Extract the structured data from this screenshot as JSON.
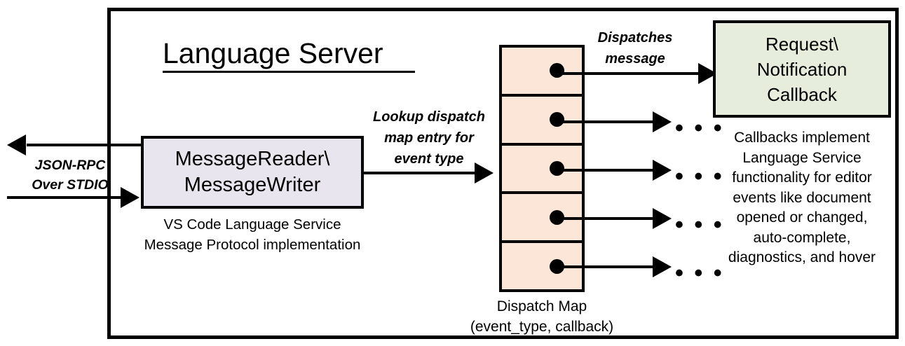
{
  "diagram": {
    "title": "Language Server",
    "frame_border_color": "#000000"
  },
  "reader": {
    "box_label": "MessageReader\\\nMessageWriter",
    "box_line1": "MessageReader\\",
    "box_line2": "MessageWriter",
    "caption_line1": "VS Code Language Service",
    "caption_line2": "Message Protocol implementation",
    "fill_color": "#E8E5EF"
  },
  "transport": {
    "label_line1": "JSON-RPC",
    "label_line2": "Over STDIO"
  },
  "lookup": {
    "label_line1": "Lookup dispatch",
    "label_line2": "map entry for",
    "label_line3": "event type"
  },
  "dispatch_map": {
    "caption_line1": "Dispatch Map",
    "caption_line2": "(event_type, callback)",
    "fill_color": "#FCE6D8",
    "rows": [
      {
        "index": 1,
        "marker": "dot"
      },
      {
        "index": 2,
        "marker": "dot"
      },
      {
        "index": 3,
        "marker": "dot"
      },
      {
        "index": 4,
        "marker": "dot"
      },
      {
        "index": 5,
        "marker": "dot"
      }
    ]
  },
  "dispatch_arrow": {
    "label_line1": "Dispatches",
    "label_line2": "message"
  },
  "callback": {
    "box_line1": "Request\\",
    "box_line2": "Notification",
    "box_line3": "Callback",
    "fill_color": "#E6EDDC",
    "caption_lines": [
      "Callbacks implement",
      "Language Service",
      "functionality for editor",
      "events like document",
      "opened or changed,",
      "auto-complete,",
      "diagnostics, and hover"
    ]
  },
  "ellipses": {
    "glyph": "• • •",
    "count": 4
  }
}
